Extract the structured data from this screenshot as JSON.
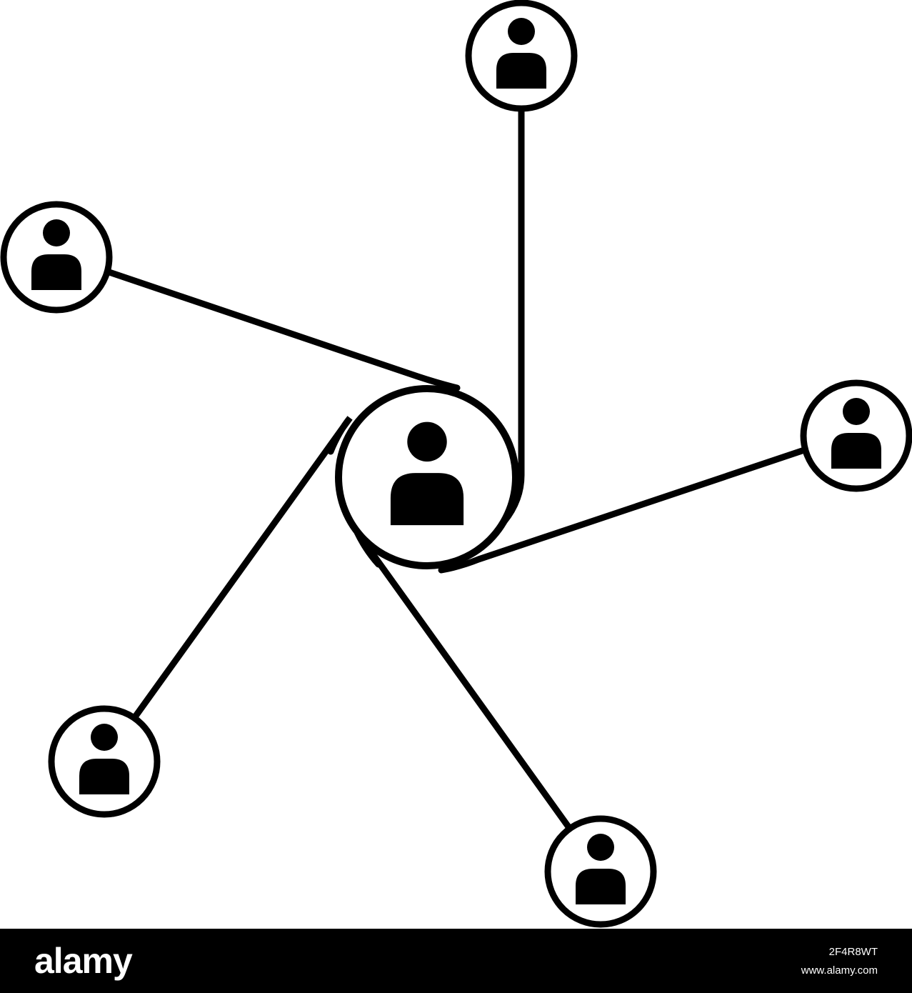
{
  "diagram": {
    "kind": "hub-and-spoke network of people",
    "line_color": "#000000",
    "background_color": "#ffffff",
    "nodes": [
      {
        "id": "hub",
        "role": "center",
        "icon": "person-icon"
      },
      {
        "id": "top",
        "role": "peripheral",
        "icon": "person-icon"
      },
      {
        "id": "upper-left",
        "role": "peripheral",
        "icon": "person-icon"
      },
      {
        "id": "right",
        "role": "peripheral",
        "icon": "person-icon"
      },
      {
        "id": "lower-left",
        "role": "peripheral",
        "icon": "person-icon"
      },
      {
        "id": "bottom",
        "role": "peripheral",
        "icon": "person-icon"
      }
    ],
    "edges": [
      {
        "from": "hub",
        "to": "top"
      },
      {
        "from": "hub",
        "to": "upper-left"
      },
      {
        "from": "hub",
        "to": "right"
      },
      {
        "from": "hub",
        "to": "lower-left"
      },
      {
        "from": "hub",
        "to": "bottom"
      }
    ]
  },
  "footer": {
    "background_color": "#000000",
    "text_color": "#ffffff",
    "brand": "alamy",
    "image_id": "2F4R8WT",
    "site": "www.alamy.com"
  }
}
